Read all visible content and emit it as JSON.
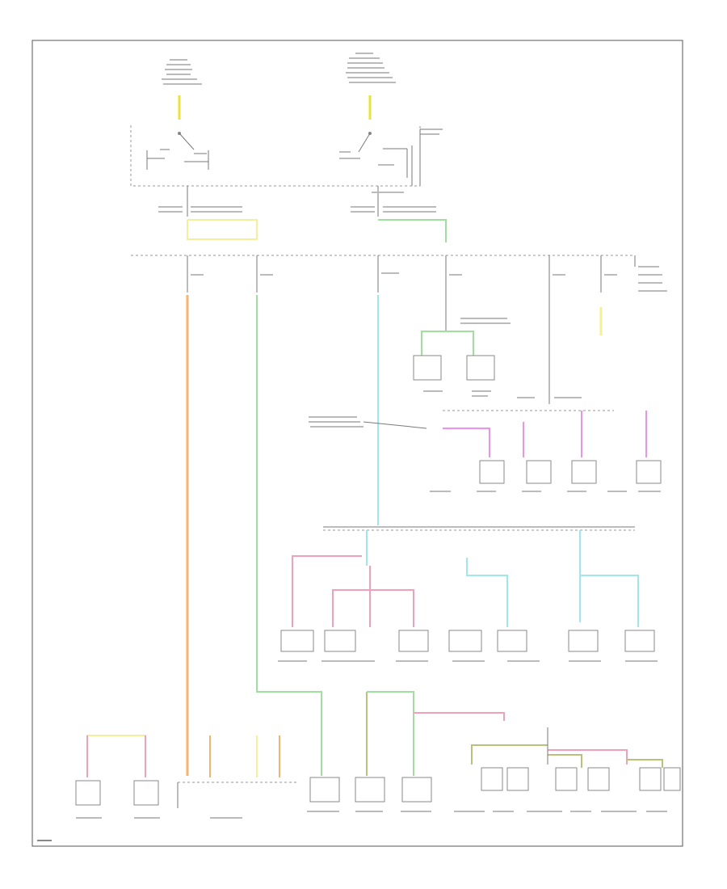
{
  "diagram": {
    "footer_code": "",
    "wire_colors": {
      "yellow": "#e8e23a",
      "orange": "#f5b271",
      "green": "#9fe09f",
      "cyan": "#9ee8ec",
      "pink": "#f2a0b8",
      "magenta": "#ef8ff0",
      "light_yellow": "#f4ef9a",
      "olive": "#b9c27a",
      "gray": "#9a9a9a"
    },
    "components": [
      {
        "id": "ignition-switch-left",
        "icon": "switch-icon"
      },
      {
        "id": "ignition-switch-right",
        "icon": "switch-icon"
      },
      {
        "id": "fuse-junction-bus",
        "icon": "bus-bar"
      },
      {
        "id": "connector-group-upper",
        "icon": "connector-icon"
      },
      {
        "id": "connector-group-middle",
        "icon": "connector-icon"
      },
      {
        "id": "ground-bus",
        "icon": "bus-bar"
      },
      {
        "id": "connector-group-lower",
        "icon": "connector-icon"
      },
      {
        "id": "connector-group-bottom",
        "icon": "connector-icon"
      }
    ]
  }
}
